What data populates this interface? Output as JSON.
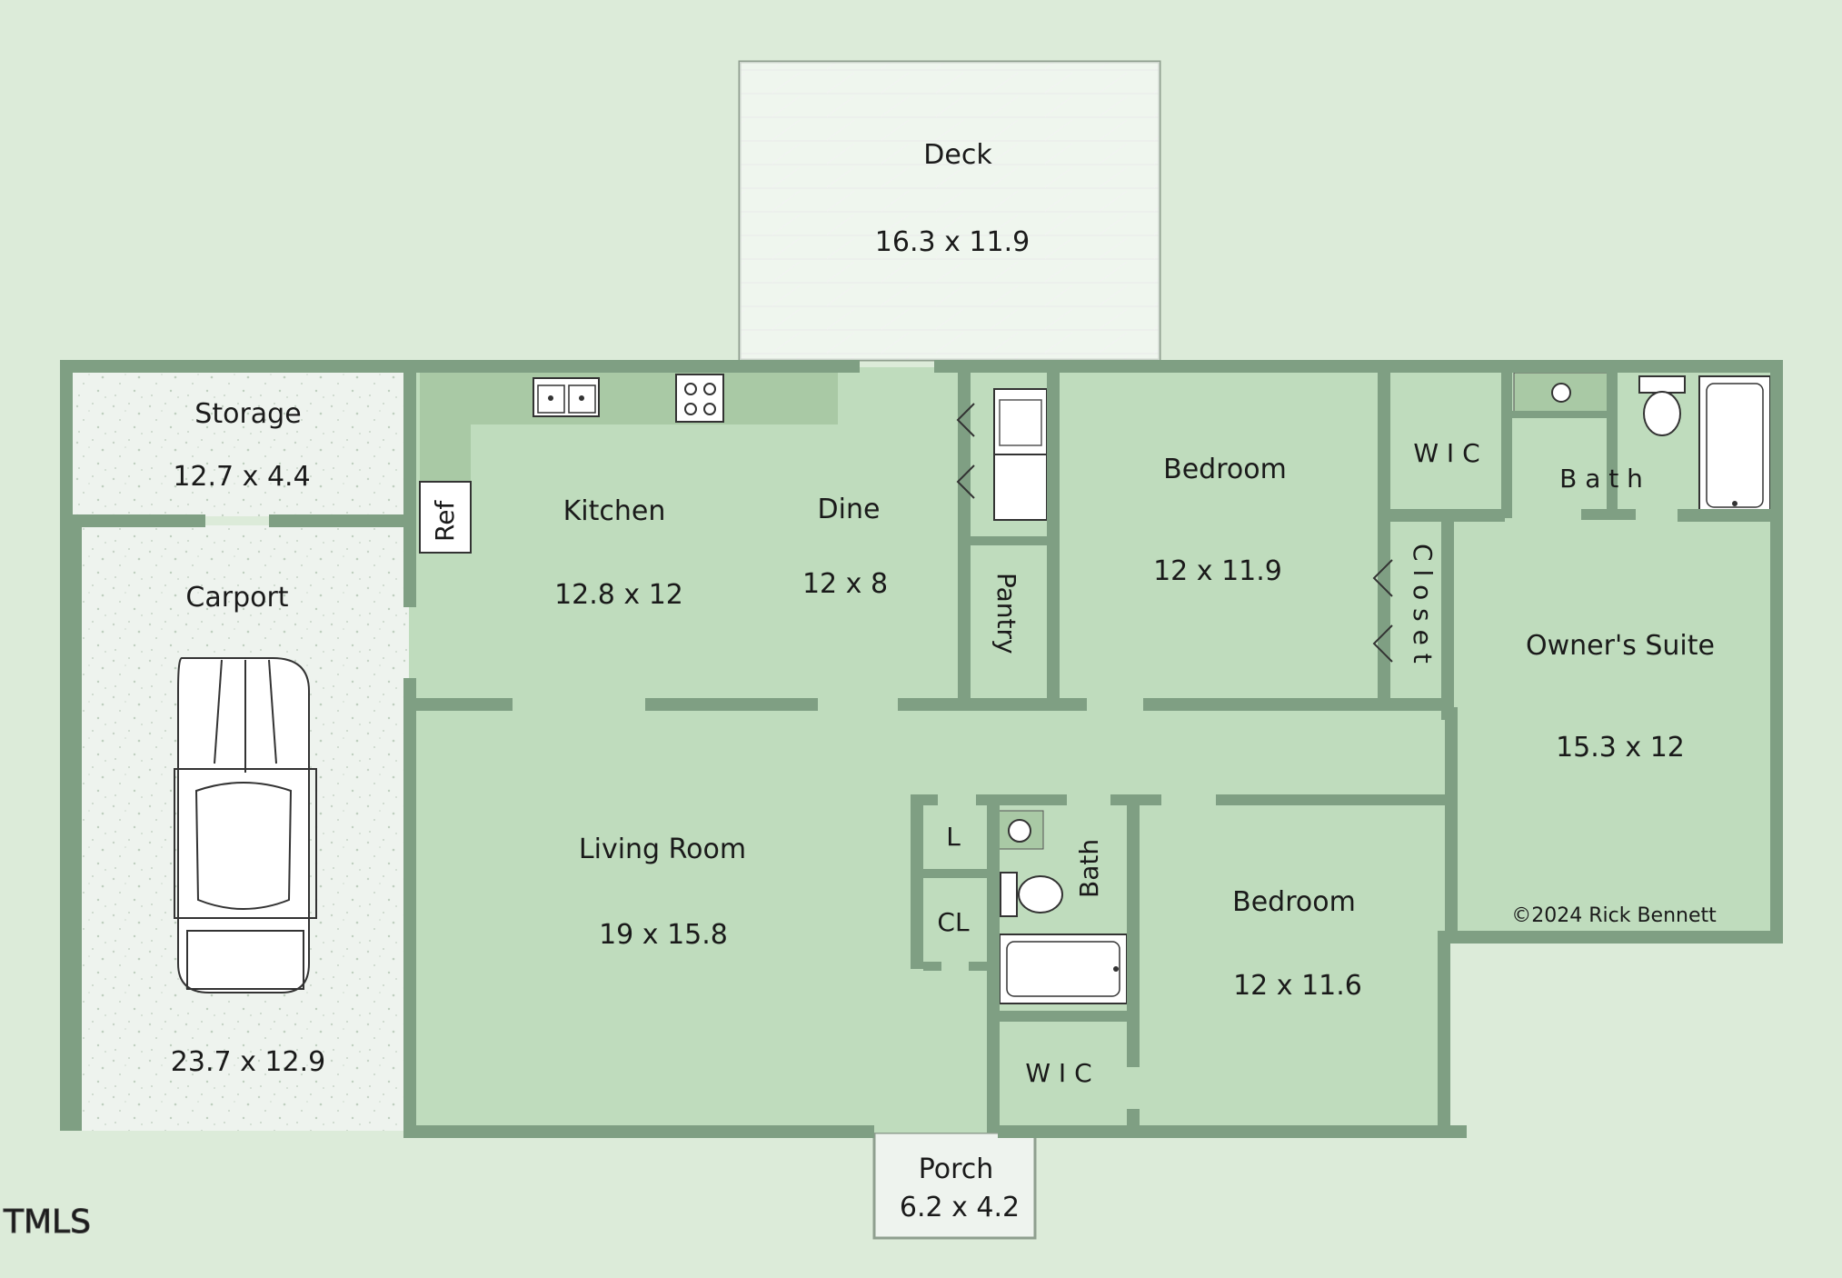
{
  "rooms": {
    "deck": {
      "name": "Deck",
      "dims": "16.3 x 11.9"
    },
    "storage": {
      "name": "Storage",
      "dims": "12.7 x 4.4"
    },
    "carport": {
      "name": "Carport",
      "dims": "23.7 x 12.9"
    },
    "kitchen": {
      "name": "Kitchen",
      "dims": "12.8 x 12"
    },
    "dine": {
      "name": "Dine",
      "dims": "12 x 8"
    },
    "ref": {
      "name": "Ref"
    },
    "pantry": {
      "name": "Pantry"
    },
    "bedroom_front": {
      "name": "Bedroom",
      "dims": "12 x 11.9"
    },
    "wic_owner": {
      "name": "W I C"
    },
    "bath_owner": {
      "name": "B a t h"
    },
    "closet": {
      "name": "C l o s e t"
    },
    "owners_suite": {
      "name": "Owner's Suite",
      "dims": "15.3 x 12"
    },
    "living_room": {
      "name": "Living Room",
      "dims": "19 x 15.8"
    },
    "linen": {
      "name": "L"
    },
    "hall_closet": {
      "name": "CL"
    },
    "hall_bath": {
      "name": "Bath"
    },
    "bedroom_rear": {
      "name": "Bedroom",
      "dims": "12 x 11.6"
    },
    "wic_bedroom": {
      "name": "W I C"
    },
    "porch": {
      "name": "Porch",
      "dims": "6.2 x 4.2"
    }
  },
  "copyright": "©2024 Rick Bennett",
  "watermark": "TMLS",
  "colors": {
    "background": "#dcebd9",
    "floor": "#bfdcbd",
    "wall": "#7f9f83",
    "counter": "#a9c9a5",
    "deck": "#ffffff"
  }
}
